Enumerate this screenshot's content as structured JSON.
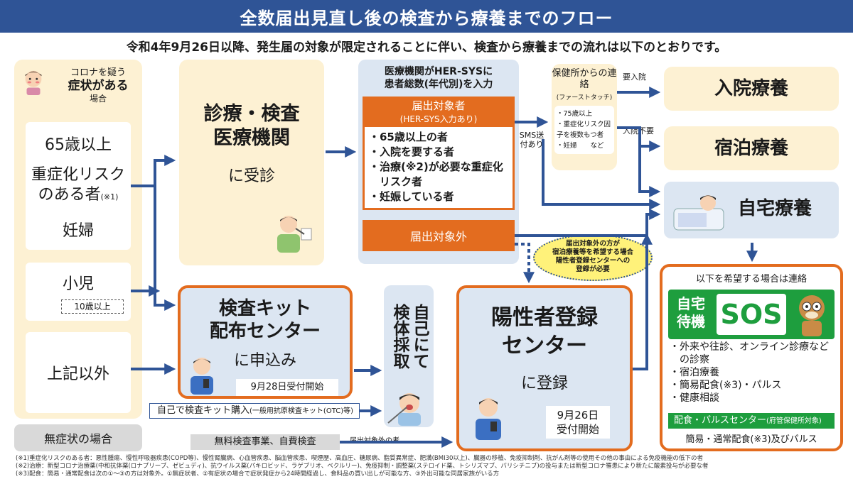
{
  "title": "全数届出見直し後の検査から療養までのフロー",
  "intro": "令和4年9月26日以降、発生届の対象が限定されることに伴い、検査から療養までの流れは以下のとおりです。",
  "left": {
    "symptom_line1": "コロナを疑う",
    "symptom_line2": "症状がある",
    "symptom_line3": "場合",
    "g1_a": "65歳以上",
    "g1_b1": "重症化リスク",
    "g1_b2": "のある者",
    "g1_b_note": "(※1)",
    "g1_c": "妊婦",
    "g2": "小児",
    "g2_tag": "10歳以上",
    "g3": "上記以外",
    "asymptomatic": "無症状の場合"
  },
  "clinic": {
    "line1": "診療・検査",
    "line2": "医療機関",
    "line3": "に受診"
  },
  "kit_center": {
    "line1": "検査キット",
    "line2": "配布センター",
    "line3": "に申込み",
    "date": "9月28日受付開始"
  },
  "self_purchase": {
    "label": "自己で検査キット購入",
    "note": "(一般用抗原検査キット(OTC)等)"
  },
  "free_test": {
    "label": "無料検査事業、自費検査",
    "note": "届出対象外の者"
  },
  "self_sample": {
    "line1": "自己にて",
    "line2": "検体採取"
  },
  "hersys": {
    "header1": "医療機関がHER-SYSに",
    "header2": "患者総数(年代別)を入力",
    "target_title": "届出対象者",
    "target_sub": "(HER-SYS入力あり)",
    "items": [
      "・65歳以上の者",
      "・入院を要する者",
      "・治療(※2)が必要な重症化",
      "　リスク者",
      "・妊娠している者"
    ],
    "non_target": "届出対象外"
  },
  "sms": "SMS送付あり",
  "health_center": {
    "h1": "保健所からの連絡",
    "h2": "(ファーストタッチ)",
    "items": [
      "・75歳以上",
      "・重症化リスク因子を複数もつ者",
      "・妊婦　　など"
    ]
  },
  "labels": {
    "need_hosp": "要入院",
    "no_hosp": "入院不要"
  },
  "outcomes": {
    "hospital": "入院療養",
    "hotel": "宿泊療養",
    "home": "自宅療養"
  },
  "callout": [
    "届出対象外の方が",
    "宿泊療養等を希望する場合",
    "陽性者登録センターへの",
    "登録が必要"
  ],
  "reg_center": {
    "line1": "陽性者登録",
    "line2": "センター",
    "line3": "に登録",
    "date1": "9月26日",
    "date2": "受付開始"
  },
  "sos": {
    "header": "以下を希望する場合は連絡",
    "badge1": "自宅",
    "badge2": "待機",
    "badge3": "SOS",
    "items": [
      "・外来や往診、オンライン診療など",
      "　の診察",
      "・宿泊療養",
      "・簡易配食(※3)・パルス",
      "・健康相談"
    ],
    "delivery_title": "配食・パルスセンター",
    "delivery_note": "(府管保健所対象)",
    "delivery_desc": "簡易・通常配食(※3)及びパルス"
  },
  "notes": [
    "(※1)重症化リスクのある者：悪性腫瘍、慢性呼吸器疾患(COPD等)、慢性腎臓病、心血管疾患、脳血管疾患、喫煙歴、高血圧、糖尿病、脂質異常症、肥満(BMI30以上)、臓器の移植、免疫抑制剤、抗がん剤等の使用その他の事由による免疫機能の低下の者",
    "(※2)治療：新型コロナ治療薬(中和抗体薬(ロナプリーブ、ゼビュディ)、抗ウイルス薬(パキロビッド、ラゲブリオ、ベクルリー)、免疫抑制・調整薬(ステロイド薬、トシリズマブ、バリシチニブ)の投与または新型コロナ罹患により新たに酸素投与が必要な者",
    "(※3)配食：簡易・通常配食は次の①～③の方は対象外。①無症状者、②有症状の場合で症状発症から24時間経過し、食料品の買い出しが可能な方、③外出可能な同居家族がいる方"
  ],
  "colors": {
    "navy": "#2f5496",
    "orange": "#e36c1f",
    "cream": "#fdf1d3",
    "lightblue": "#dce6f2",
    "green": "#1e9e3e",
    "yellow": "#fff27a"
  }
}
